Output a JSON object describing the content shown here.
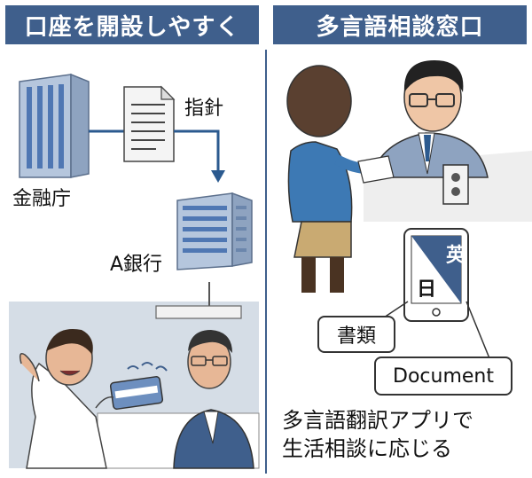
{
  "left_panel": {
    "title": "口座を開設しやすく",
    "fsa_label": "金融庁",
    "guideline_label": "指針",
    "bank_label": "A銀行"
  },
  "right_panel": {
    "title": "多言語相談窓口",
    "tablet": {
      "top_char": "英",
      "bottom_char": "日"
    },
    "bubble_jp": "書類",
    "bubble_en": "Document",
    "caption_line1": "多言語翻訳アプリで",
    "caption_line2": "生活相談に応じる"
  },
  "colors": {
    "header": "#3f5f8c",
    "building": "#9bb0cc",
    "arrow": "#2b5a8f",
    "scene_bg": "#d5dde6"
  }
}
